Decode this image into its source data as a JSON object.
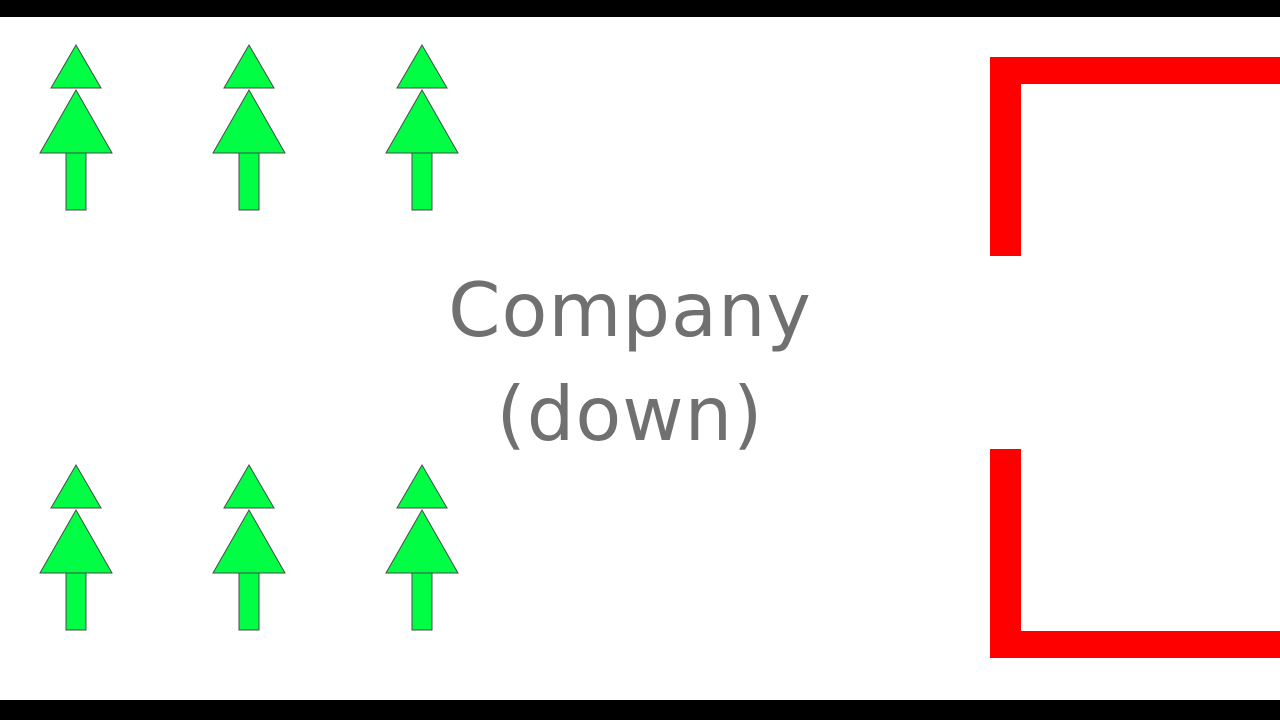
{
  "scene": {
    "label_line1": "Company",
    "label_line2": "(down)"
  },
  "colors": {
    "tree_fill": "#00ff44",
    "tree_stroke": "#4a4a4a",
    "wall": "#ff0000",
    "border": "#000000",
    "label": "#707070"
  },
  "icons": {
    "tree": "tree-icon",
    "wall": "red-wall"
  }
}
